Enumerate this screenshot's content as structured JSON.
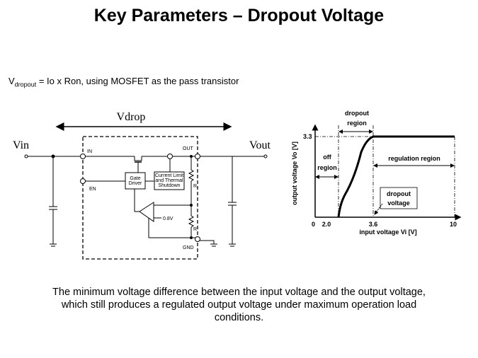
{
  "title": "Key Parameters – Dropout Voltage",
  "formula": {
    "v": "V",
    "sub": "dropout",
    "rest": " = Io x Ron, using MOSFET as the pass transistor"
  },
  "circuit": {
    "vdrop": "Vdrop",
    "vin": "Vin",
    "vout": "Vout",
    "pin_in": "IN",
    "pin_en": "EN",
    "pin_out": "OUT",
    "pin_gnd": "GND",
    "gate_driver": [
      "Gate",
      "Driver"
    ],
    "current_limit": [
      "Current Limit",
      "and Thermal",
      "Shutdown"
    ],
    "ref": "0.8V",
    "r": "R"
  },
  "graph": {
    "ylabel": "output voltage Vo [V]",
    "xlabel": "input voltage Vi [V]",
    "y_tick": "3.3",
    "x_ticks": [
      "0",
      "2.0",
      "3.6",
      "10"
    ],
    "dropout_region": [
      "dropout",
      "region"
    ],
    "off_region": [
      "off",
      "region"
    ],
    "regulation_region": "regulation region",
    "dropout_voltage": [
      "dropout",
      "voltage"
    ]
  },
  "description": "The minimum voltage difference between the input voltage and the output voltage, which still produces a regulated output voltage under maximum operation load conditions."
}
